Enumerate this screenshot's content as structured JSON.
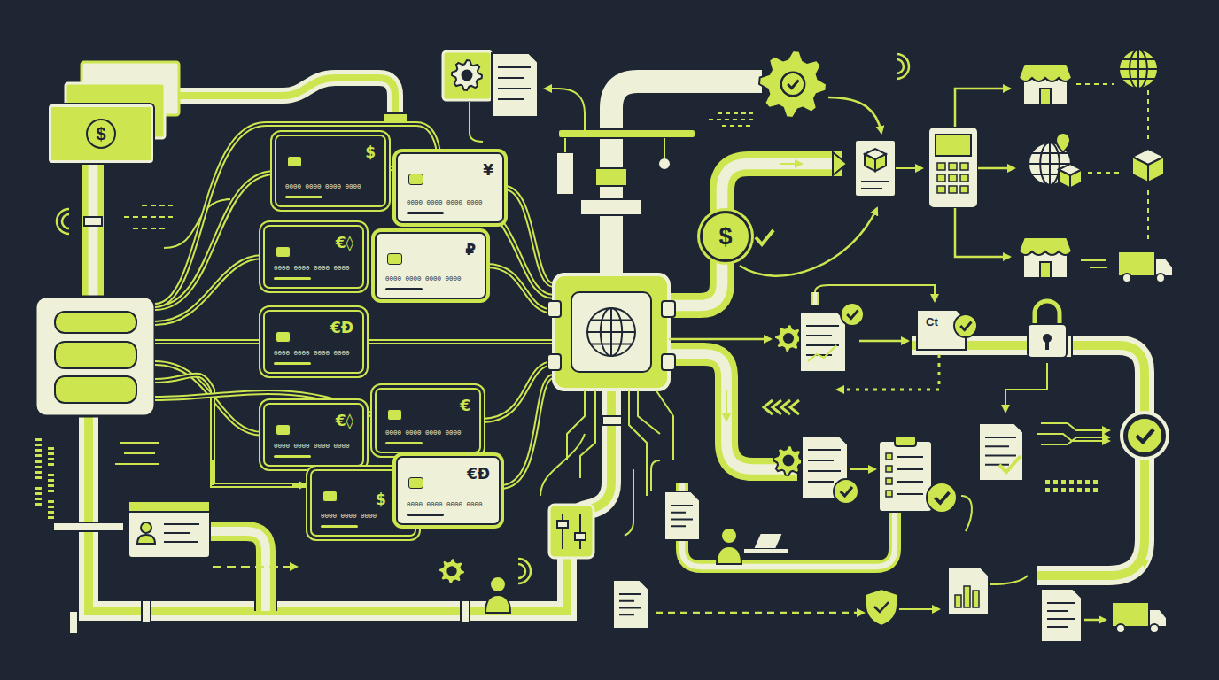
{
  "diagram": {
    "nodes": [
      {
        "text": [
          "$"
        ]
      },
      {
        "text": [
          "$",
          "0000 0000 0000 0000"
        ]
      },
      {
        "text": [
          "¥",
          "0000 0000 0000 0000"
        ]
      },
      {
        "text": [
          "€◊",
          "0000 0000 0000 0000"
        ]
      },
      {
        "text": [
          "₽",
          "0000 0000 0000 0000"
        ]
      },
      {
        "text": [
          "€Ð",
          "0000 0000 0000 0000"
        ]
      },
      {
        "text": [
          "€◊",
          "0000 0000 0000 0000"
        ]
      },
      {
        "text": [
          "€",
          "0000 0000 0000 0000"
        ]
      },
      {
        "text": [
          "$",
          "0000 0000 0000"
        ]
      },
      {
        "text": [
          "€Ð",
          "0000 0000 0000 0000"
        ]
      },
      {
        "text": [
          "$"
        ]
      }
    ],
    "labels": [
      "Ct"
    ]
  }
}
